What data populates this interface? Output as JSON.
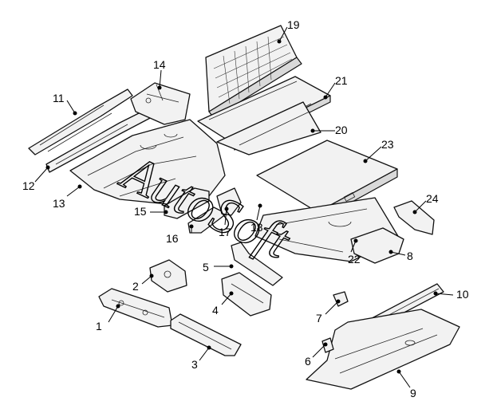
{
  "callouts": [
    {
      "id": "c1",
      "text": "1"
    },
    {
      "id": "c2",
      "text": "2"
    },
    {
      "id": "c3",
      "text": "3"
    },
    {
      "id": "c4",
      "text": "4"
    },
    {
      "id": "c5",
      "text": "5"
    },
    {
      "id": "c6",
      "text": "6"
    },
    {
      "id": "c7",
      "text": "7"
    },
    {
      "id": "c8",
      "text": "8"
    },
    {
      "id": "c9",
      "text": "9"
    },
    {
      "id": "c10",
      "text": "10"
    },
    {
      "id": "c11",
      "text": "11"
    },
    {
      "id": "c12",
      "text": "12"
    },
    {
      "id": "c13",
      "text": "13"
    },
    {
      "id": "c14",
      "text": "14"
    },
    {
      "id": "c15",
      "text": "15"
    },
    {
      "id": "c16",
      "text": "16"
    },
    {
      "id": "c17",
      "text": "17"
    },
    {
      "id": "c18",
      "text": "18"
    },
    {
      "id": "c19",
      "text": "19"
    },
    {
      "id": "c20",
      "text": "20"
    },
    {
      "id": "c21",
      "text": "21"
    },
    {
      "id": "c22",
      "text": "22"
    },
    {
      "id": "c23",
      "text": "23"
    },
    {
      "id": "c24",
      "text": "24"
    }
  ],
  "watermark": "AutoSoft"
}
